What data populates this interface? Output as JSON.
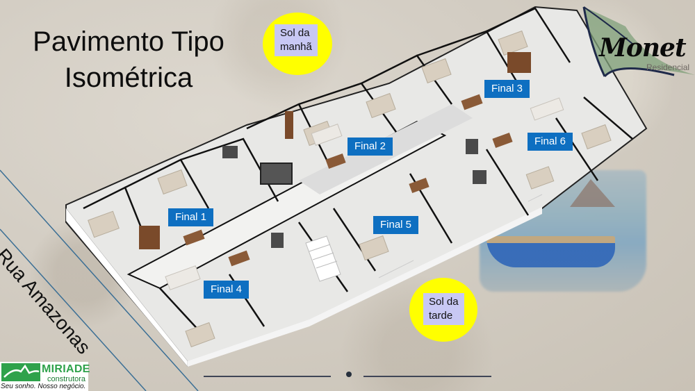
{
  "title": {
    "line1": "Pavimento Tipo",
    "line2": "Isométrica"
  },
  "sun_markers": [
    {
      "id": "morning",
      "line1": "Sol da",
      "line2": "manhã"
    },
    {
      "id": "afternoon",
      "line1": "Sol da",
      "line2": "tarde"
    }
  ],
  "street": {
    "label": "Rua Amazonas"
  },
  "units": [
    {
      "label": "Final 1"
    },
    {
      "label": "Final 2"
    },
    {
      "label": "Final 3"
    },
    {
      "label": "Final 4"
    },
    {
      "label": "Final 5"
    },
    {
      "label": "Final 6"
    }
  ],
  "brand": {
    "name": "Monet",
    "subtitle": "Residencial"
  },
  "builder": {
    "name": "MIRIADE",
    "type": "construtora",
    "slogan": "Seu sonho. Nosso negócio."
  },
  "colors": {
    "unit_label_bg": "#0e6fc1",
    "sun": "#ffff00",
    "sun_label_bg": "#c8c8f4",
    "builder_green": "#2fa24b"
  }
}
